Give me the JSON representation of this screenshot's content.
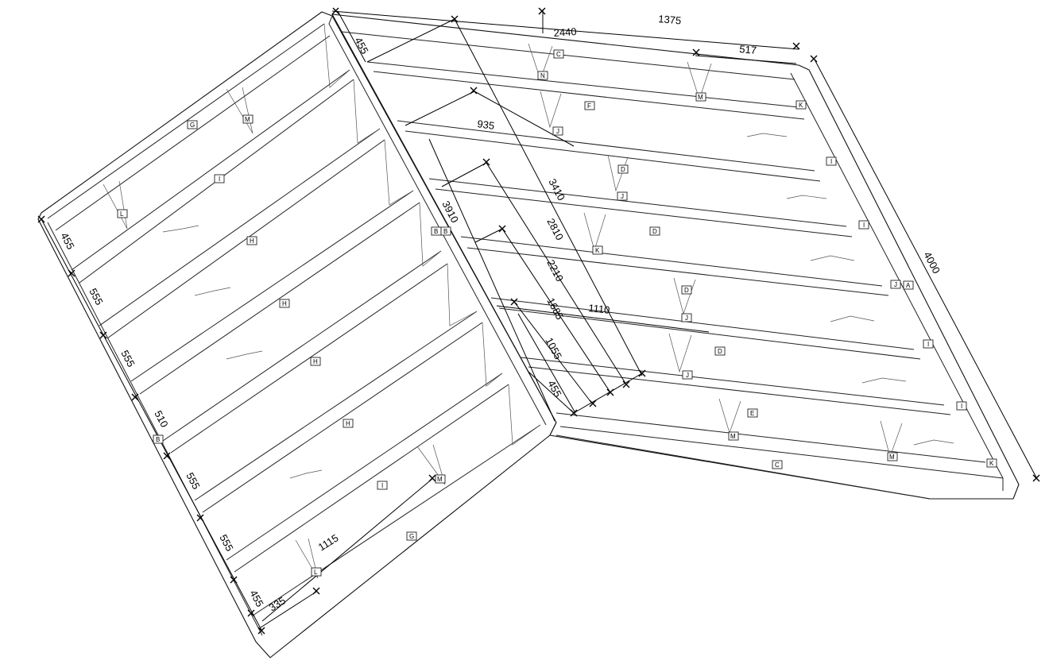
{
  "dimensions": {
    "d455a": "455",
    "d2440": "2440",
    "d1375": "1375",
    "d517": "517",
    "d4000": "4000",
    "d935": "935",
    "d3910": "3910",
    "d3410": "3410",
    "d2810": "2810",
    "d2210": "2210",
    "d1685": "1685",
    "d1110": "1110",
    "d1055": "1055",
    "d455b": "455",
    "l455": "455",
    "l555a": "555",
    "l555b": "555",
    "l510": "510",
    "l555c": "555",
    "l555d": "555",
    "l455b": "455",
    "l335": "335",
    "l1115": "1115"
  },
  "parts": {
    "C": "C",
    "N": "N",
    "M": "M",
    "K": "K",
    "F": "F",
    "J": "J",
    "D": "D",
    "I": "I",
    "A": "A",
    "B": "B",
    "E": "E",
    "G": "G",
    "H": "H",
    "L": "L"
  }
}
